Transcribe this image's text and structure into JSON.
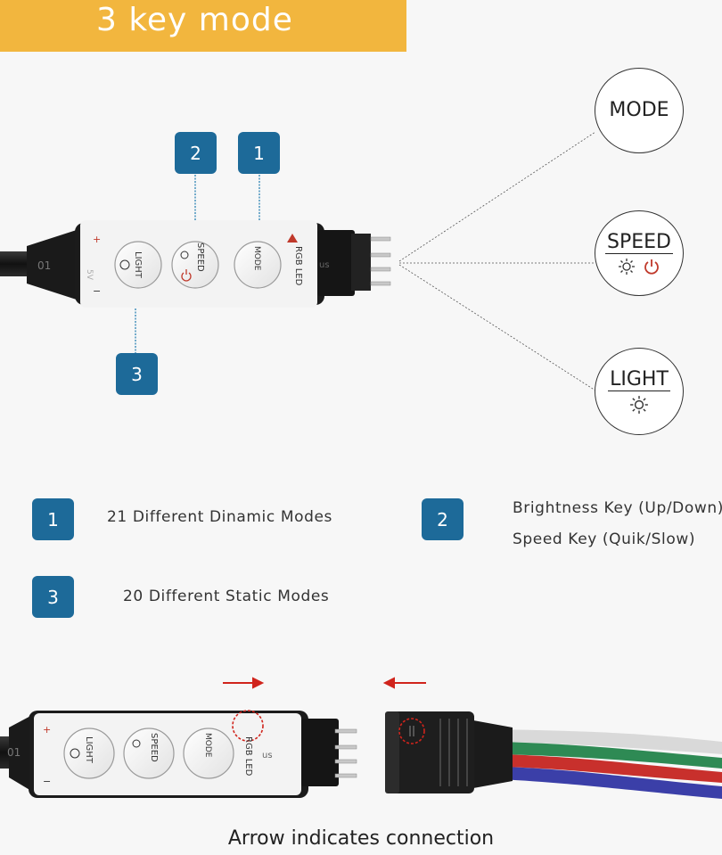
{
  "banner": {
    "title": "3 key mode",
    "color": "#f2b63e"
  },
  "callouts": [
    {
      "number": "2"
    },
    {
      "number": "1"
    },
    {
      "number": "3"
    }
  ],
  "keys": {
    "light": "LIGHT",
    "speed": "SPEED",
    "mode": "MODE",
    "rgb": "RGB LED",
    "plus": "+",
    "minus": "−",
    "volt": "5V",
    "us": "us",
    "code": "01"
  },
  "circles": {
    "mode": "MODE",
    "speed": "SPEED",
    "light": "LIGHT"
  },
  "legend": [
    {
      "number": "1",
      "text": "21 Different Dinamic Modes"
    },
    {
      "number": "2",
      "line1": "Brightness Key (Up/Down)",
      "line2": "Speed Key (Quik/Slow)"
    },
    {
      "number": "3",
      "text": "20 Different Static Modes"
    }
  ],
  "caption": "Arrow indicates connection",
  "colors": {
    "badge": "#1d6a99",
    "arrow": "#d0241c",
    "controller": "#f2f2f2"
  },
  "icons": [
    "sun-icon",
    "power-icon",
    "arrow-right-icon",
    "arrow-left-icon",
    "warning-icon"
  ]
}
